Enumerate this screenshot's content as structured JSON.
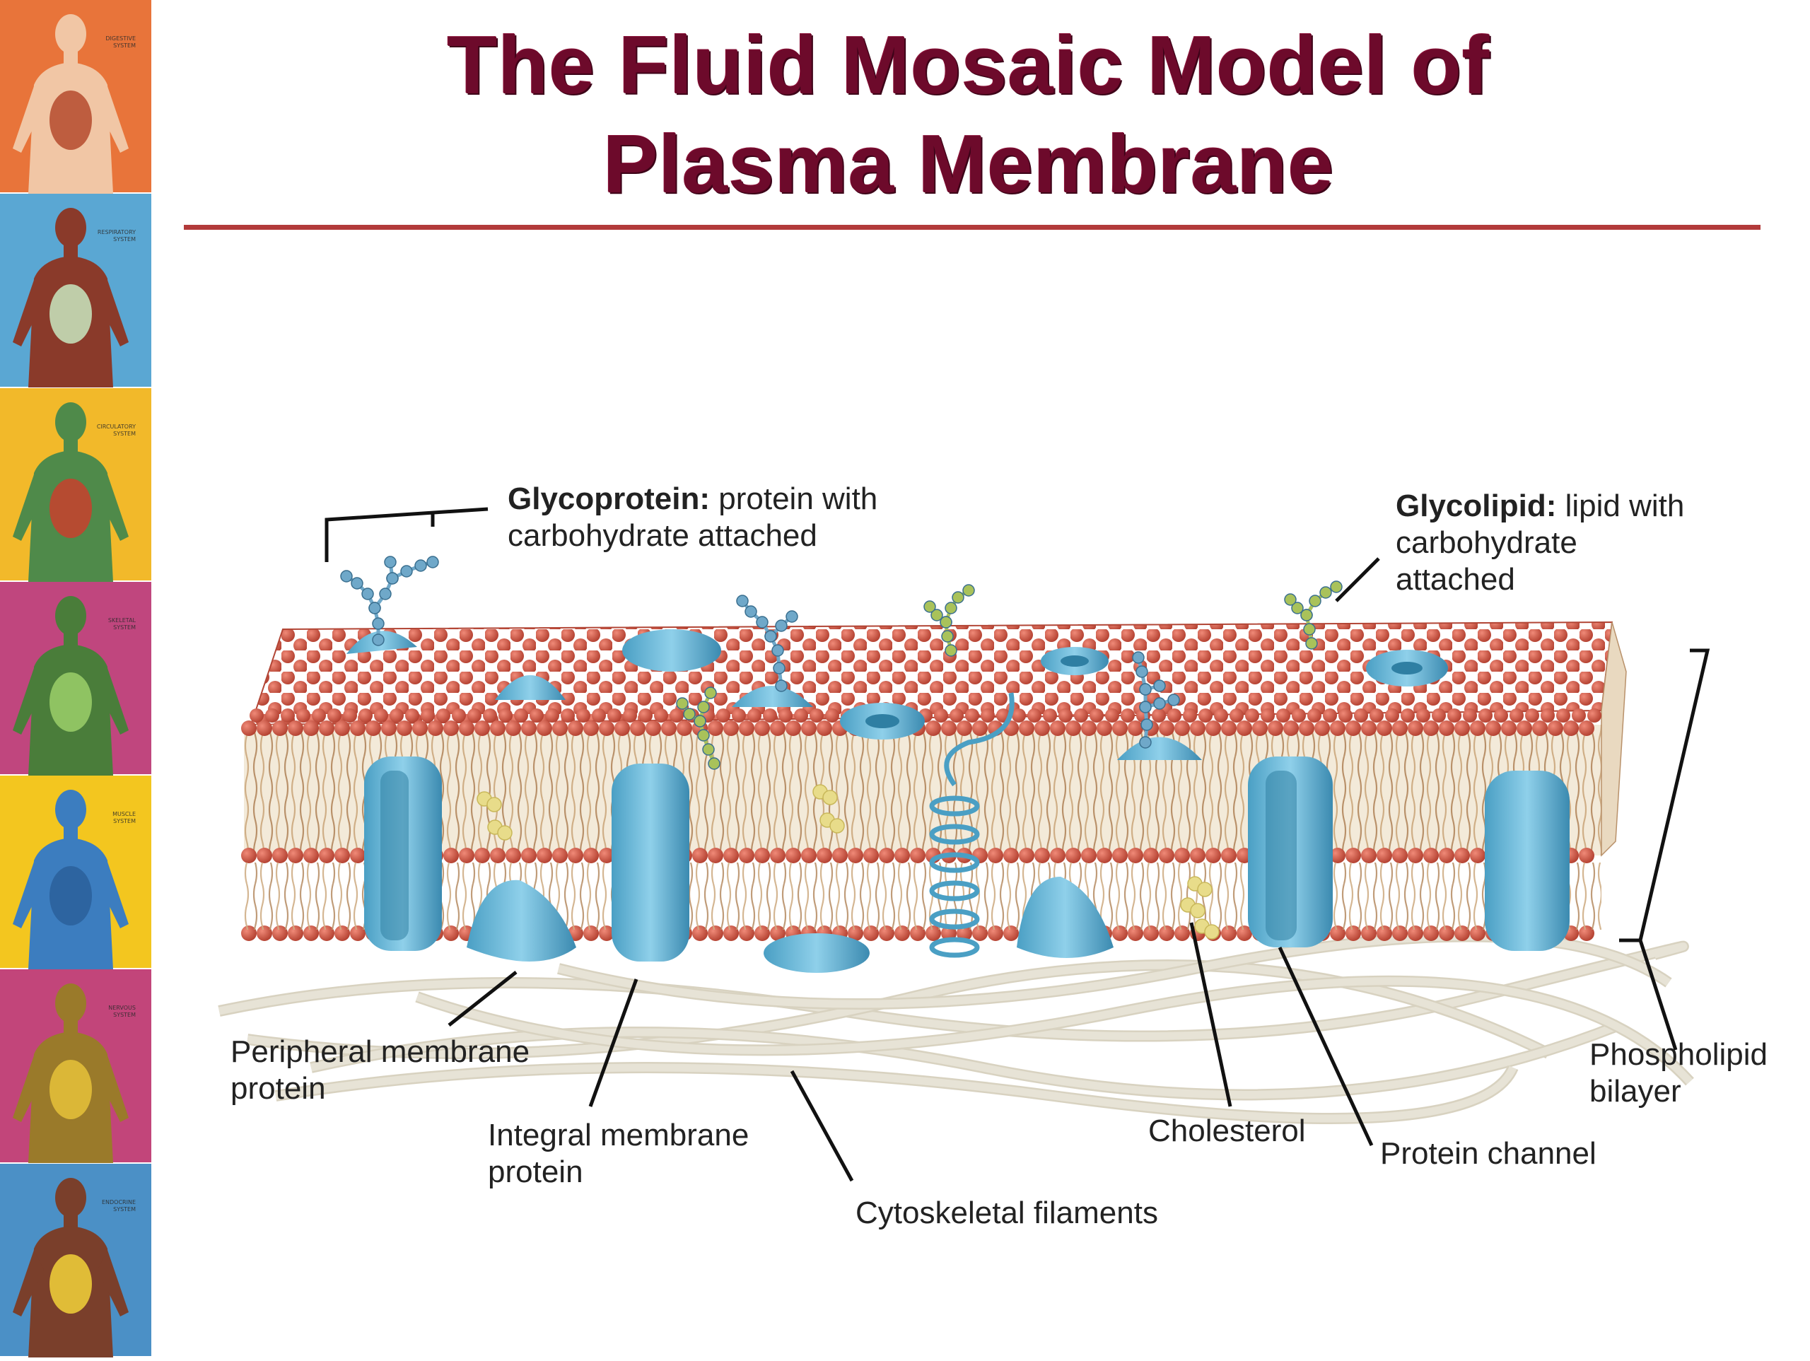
{
  "slide": {
    "title_line1": "The Fluid Mosaic Model of",
    "title_line2": "Plasma Membrane"
  },
  "sidebar": {
    "panels": [
      {
        "caption1": "DIGESTIVE",
        "caption2": "SYSTEM",
        "bg": "#e8743a",
        "figure": "#f1c6a5",
        "organ": "#b54a2d"
      },
      {
        "caption1": "RESPIRATORY",
        "caption2": "SYSTEM",
        "bg": "#5aa7d3",
        "figure": "#8a3a2a",
        "organ": "#c8e8c0"
      },
      {
        "caption1": "CIRCULATORY",
        "caption2": "SYSTEM",
        "bg": "#f2b92a",
        "figure": "#4f8a4a",
        "organ": "#c8402d"
      },
      {
        "caption1": "SKELETAL",
        "caption2": "SYSTEM",
        "bg": "#c0467e",
        "figure": "#4a7d3a",
        "organ": "#9bcf6a"
      },
      {
        "caption1": "MUSCLE",
        "caption2": "SYSTEM",
        "bg": "#f3c61f",
        "figure": "#3c7dbf",
        "organ": "#2a5f9a"
      },
      {
        "caption1": "NERVOUS",
        "caption2": "SYSTEM",
        "bg": "#c2457a",
        "figure": "#9a7a2a",
        "organ": "#e6c23a"
      },
      {
        "caption1": "ENDOCRINE",
        "caption2": "SYSTEM",
        "bg": "#4b90c6",
        "figure": "#7a3f2b",
        "organ": "#f2d23a"
      }
    ]
  },
  "diagram": {
    "labels": {
      "glycoprotein_term": "Glycoprotein:",
      "glycoprotein_desc1": "protein with",
      "glycoprotein_desc2": "carbohydrate attached",
      "glycolipid_term": "Glycolipid:",
      "glycolipid_desc1": "lipid with",
      "glycolipid_desc2": "carbohydrate",
      "glycolipid_desc3": "attached",
      "peripheral1": "Peripheral membrane",
      "peripheral2": "protein",
      "integral1": "Integral membrane",
      "integral2": "protein",
      "cytoskeletal": "Cytoskeletal filaments",
      "cholesterol": "Cholesterol",
      "protein_channel": "Protein channel",
      "phospholipid1": "Phospholipid",
      "phospholipid2": "bilayer"
    },
    "colors": {
      "head": "#d45a47",
      "head_dark": "#a8382a",
      "protein": "#5fb3d4",
      "protein_dark": "#2f7fa3",
      "tail": "#c9a27a",
      "cholesterol": "#e8dc8a",
      "glyco_blue": "#6fa8c9",
      "glyco_green": "#a9c25a",
      "filament": "#e7e3d6",
      "title": "#6d0a2b",
      "rule": "#b23a3a"
    }
  }
}
